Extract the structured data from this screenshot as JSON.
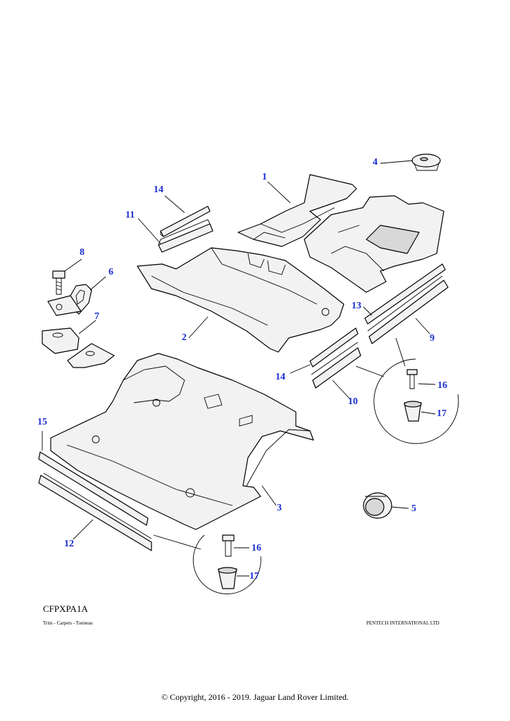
{
  "diagram": {
    "callouts": [
      {
        "id": "c1",
        "label": "1"
      },
      {
        "id": "c2",
        "label": "2"
      },
      {
        "id": "c3",
        "label": "3"
      },
      {
        "id": "c4",
        "label": "4"
      },
      {
        "id": "c5",
        "label": "5"
      },
      {
        "id": "c6",
        "label": "6"
      },
      {
        "id": "c7",
        "label": "7"
      },
      {
        "id": "c8",
        "label": "8"
      },
      {
        "id": "c9",
        "label": "9"
      },
      {
        "id": "c10",
        "label": "10"
      },
      {
        "id": "c11",
        "label": "11"
      },
      {
        "id": "c12",
        "label": "12"
      },
      {
        "id": "c13",
        "label": "13"
      },
      {
        "id": "c14a",
        "label": "14"
      },
      {
        "id": "c14b",
        "label": "14"
      },
      {
        "id": "c15",
        "label": "15"
      },
      {
        "id": "c16a",
        "label": "16"
      },
      {
        "id": "c16b",
        "label": "16"
      },
      {
        "id": "c17a",
        "label": "17"
      },
      {
        "id": "c17b",
        "label": "17"
      }
    ],
    "callout_color": "#1a2fd0"
  },
  "footer": {
    "plate_code": "CFPXPA1A",
    "plate_subtitle": "Trim - Carpets - Tonneau",
    "publisher": "PENTECH INTERNATIONAL LTD",
    "copyright": "© Copyright, 2016 - 2019. Jaguar Land Rover Limited."
  }
}
